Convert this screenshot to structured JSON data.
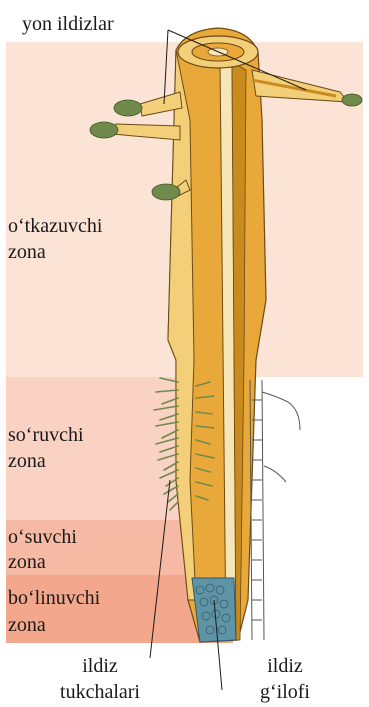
{
  "labels": {
    "lateral_roots": "yon ildizlar",
    "conducting_zone_line1": "o‘tkazuvchi",
    "conducting_zone_line2": "zona",
    "absorbing_zone_line1": "so‘ruvchi",
    "absorbing_zone_line2": "zona",
    "growth_zone_line1": "o‘suvchi",
    "growth_zone_line2": "zona",
    "division_zone_line1": "bo‘linuvchi",
    "division_zone_line2": "zona",
    "root_hairs_line1": "ildiz",
    "root_hairs_line2": "tukchalari",
    "root_cap_line1": "ildiz",
    "root_cap_line2": "g‘ilofi"
  },
  "colors": {
    "zone_conducting": "#fbe3d6",
    "zone_absorbing": "#f9d2c3",
    "zone_growth": "#f6b9a3",
    "zone_division": "#f3a78c",
    "root_fill": "#e9a93a",
    "root_light": "#f3cf7a",
    "root_dark": "#c98a1e",
    "root_outline": "#6d4a14",
    "hair_color": "#6f8a4a",
    "cap_color": "#5f94a6",
    "cross_section_bg": "#ffffff"
  }
}
